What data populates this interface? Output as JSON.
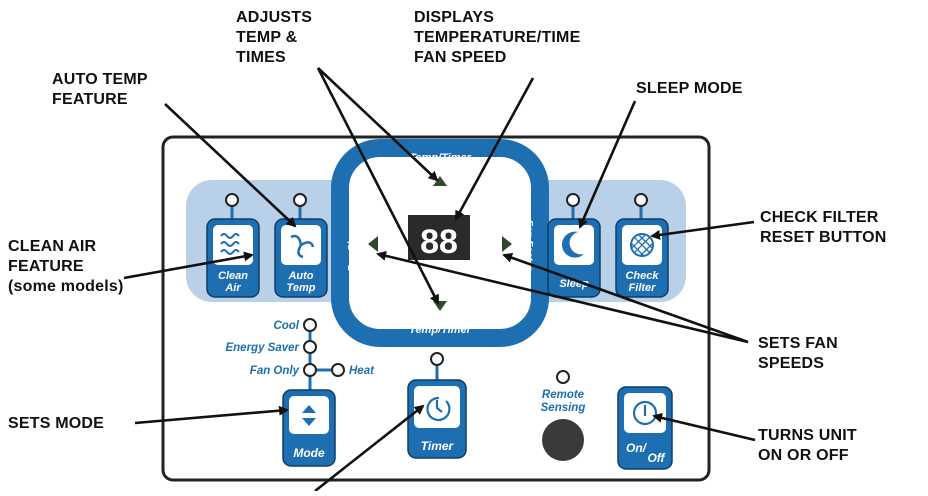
{
  "callouts": {
    "adjusts_temp_times": [
      "ADJUSTS",
      "TEMP &",
      "TIMES"
    ],
    "displays_temp_time": [
      "DISPLAYS",
      "TEMPERATURE/TIME",
      "FAN SPEED"
    ],
    "auto_temp_feature": [
      "AUTO TEMP",
      "FEATURE"
    ],
    "sleep_mode": [
      "SLEEP MODE"
    ],
    "check_filter_reset": [
      "CHECK FILTER",
      "RESET BUTTON"
    ],
    "clean_air_feature": [
      "CLEAN AIR",
      "FEATURE",
      "(some models)"
    ],
    "sets_fan_speeds": [
      "SETS FAN",
      "SPEEDS"
    ],
    "sets_mode": [
      "SETS MODE"
    ],
    "turns_unit": [
      "TURNS UNIT",
      "ON OR OFF"
    ]
  },
  "panel": {
    "temp_timer_top": "Temp/Timer",
    "temp_timer_bottom": "Temp/Timer",
    "fan_slower": "Fan Slower",
    "fan_faster": "Fan Faster",
    "display_value": "88",
    "buttons": {
      "clean_air": [
        "Clean",
        "Air"
      ],
      "auto_temp": [
        "Auto",
        "Temp"
      ],
      "sleep": [
        "Sleep"
      ],
      "check_filter": [
        "Check",
        "Filter"
      ],
      "mode": [
        "Mode"
      ],
      "timer": [
        "Timer"
      ],
      "on_off": [
        "On/",
        "Off"
      ]
    },
    "modes": [
      "Cool",
      "Energy Saver",
      "Fan Only",
      "Heat"
    ],
    "remote_sensing": [
      "Remote",
      "Sensing"
    ]
  },
  "colors": {
    "blue": "#1d6fb2",
    "light_blue": "#b8d0e8",
    "dark_green": "#2f4a2a",
    "outline": "#222222"
  },
  "icons": {
    "clean_air": "wave-lines-icon",
    "auto_temp": "swirl-icon",
    "sleep": "moon-icon",
    "check_filter": "filter-mesh-icon",
    "mode": "up-down-arrows-icon",
    "timer": "clock-icon",
    "on_off": "power-icon"
  }
}
